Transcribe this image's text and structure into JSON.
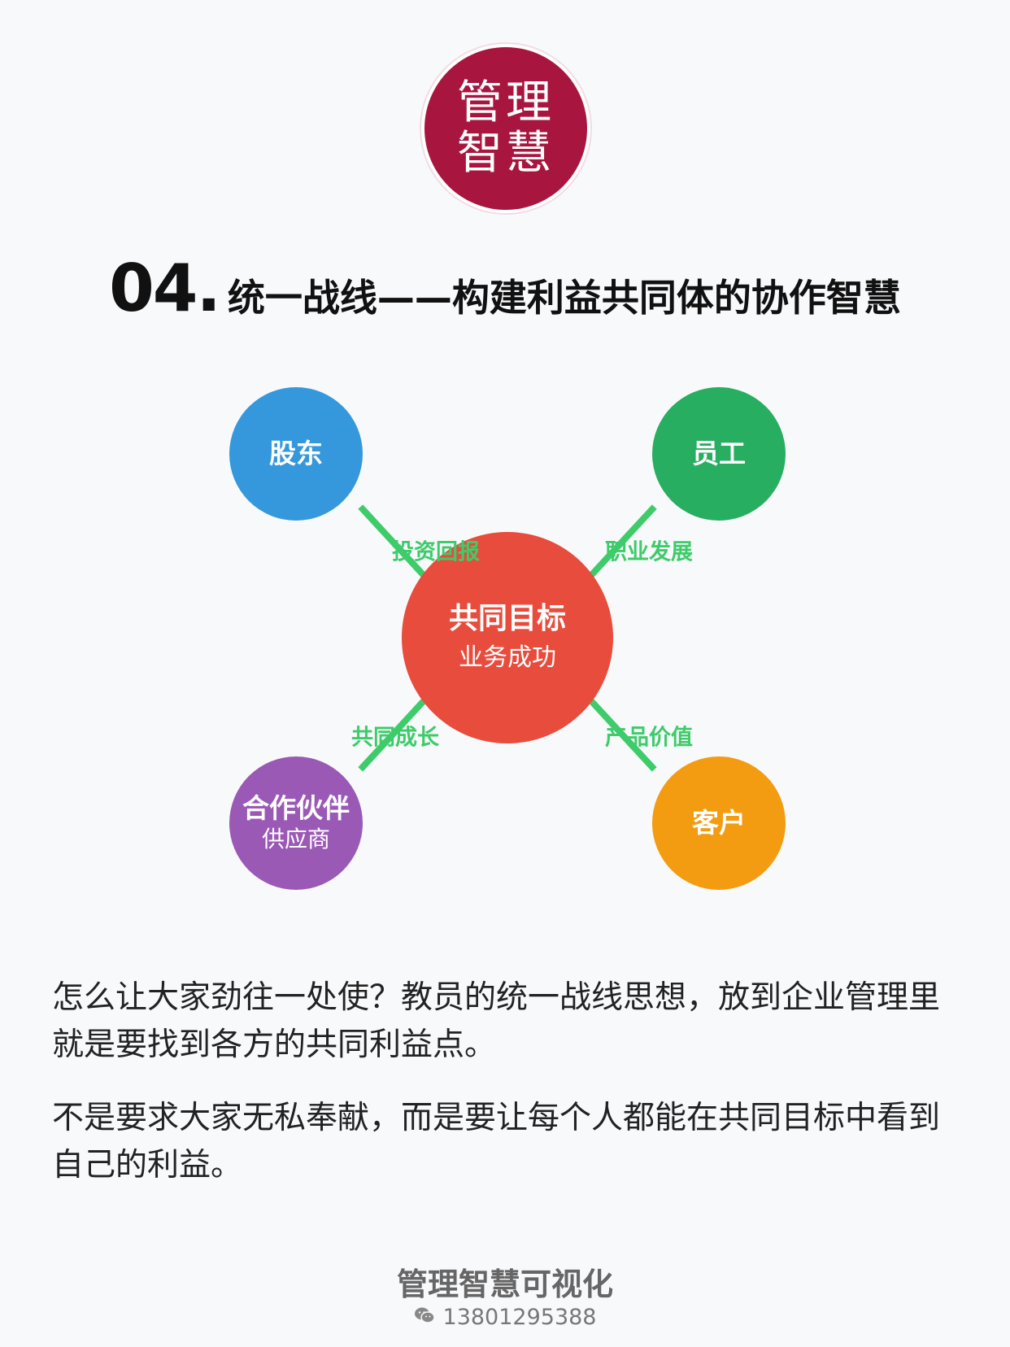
{
  "logo": {
    "line1": "管理",
    "line2": "智慧",
    "color": "#a8163f"
  },
  "header": {
    "number": "04.",
    "title": "统一战线——构建利益共同体的协作智慧"
  },
  "diagram": {
    "center": {
      "label": "共同目标",
      "sublabel": "业务成功",
      "color": "#e74c3c"
    },
    "nodes": [
      {
        "id": "shareholders",
        "label": "股东",
        "sublabel": "",
        "color": "#3598dc",
        "edge_label": "投资回报"
      },
      {
        "id": "employees",
        "label": "员工",
        "sublabel": "",
        "color": "#27ae60",
        "edge_label": "职业发展"
      },
      {
        "id": "partners",
        "label": "合作伙伴",
        "sublabel": "供应商",
        "color": "#9b59b6",
        "edge_label": "共同成长"
      },
      {
        "id": "customers",
        "label": "客户",
        "sublabel": "",
        "color": "#f39c12",
        "edge_label": "产品价值"
      }
    ],
    "line_color": "#3ecb6a"
  },
  "body": {
    "paragraphs": [
      "怎么让大家劲往一处使？教员的统一战线思想，放到企业管理里就是要找到各方的共同利益点。",
      "不是要求大家无私奉献，而是要让每个人都能在共同目标中看到自己的利益。"
    ]
  },
  "footer": {
    "brand": "管理智慧可视化",
    "contact_icon": "wechat-icon",
    "contact": "13801295388"
  }
}
